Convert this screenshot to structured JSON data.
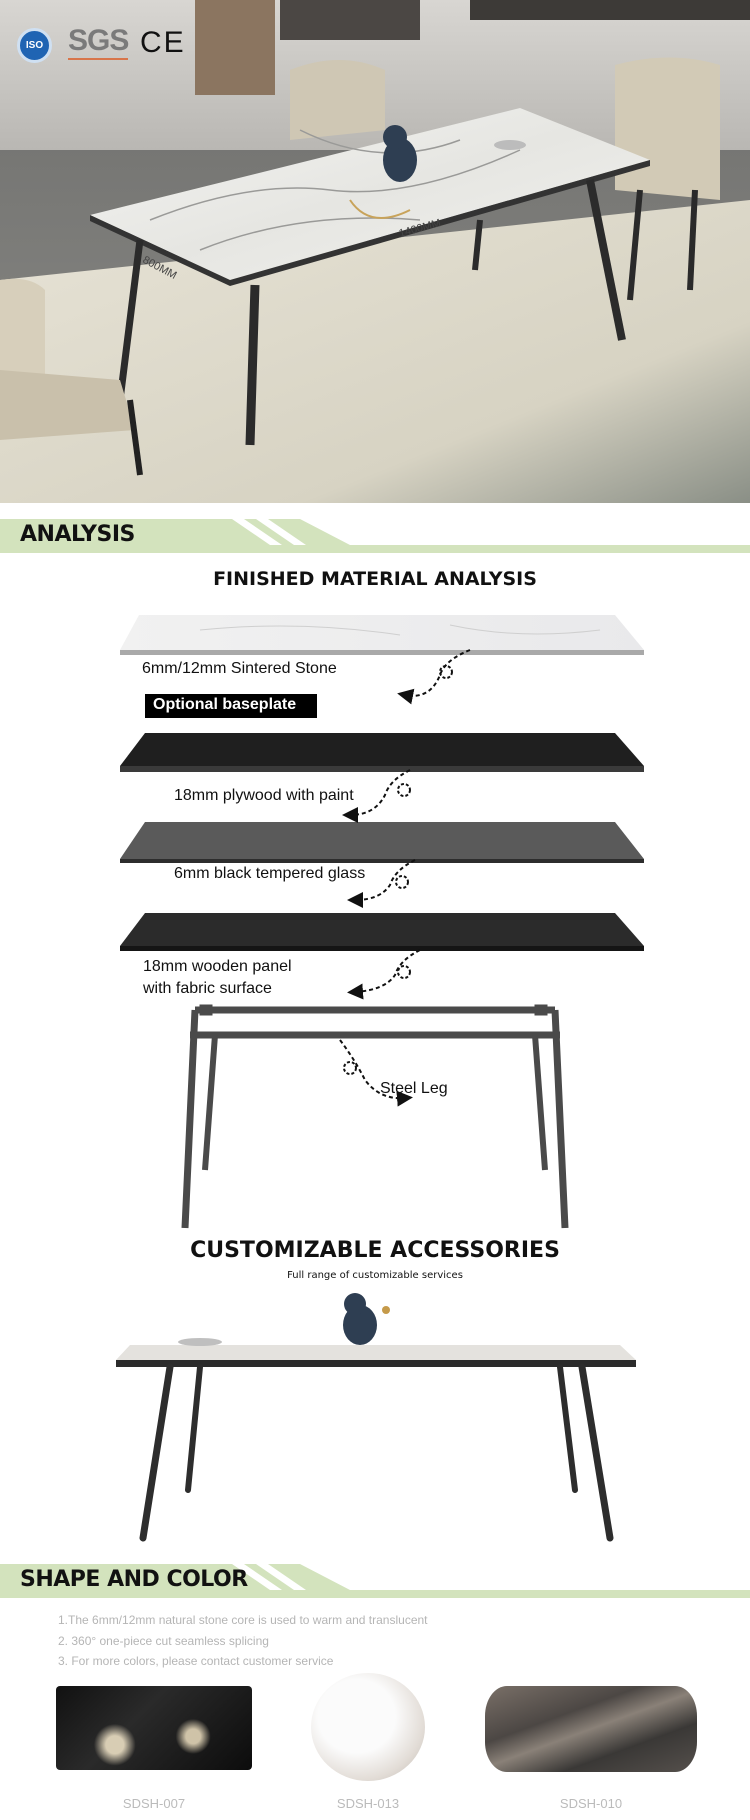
{
  "hero": {
    "certs": [
      "ISO",
      "SGS",
      "CE"
    ],
    "dim_width": "800MM",
    "dim_length": "1400MM"
  },
  "analysis": {
    "banner": "ANALYSIS",
    "title": "FINISHED MATERIAL  ANALYSIS",
    "layers": {
      "stone": "6mm/12mm Sintered Stone",
      "badge": "Optional baseplate",
      "plywood": "18mm plywood with paint",
      "glass": "6mm black tempered glass",
      "panel_line1": "18mm wooden panel",
      "panel_line2": "with fabric surface",
      "leg": "Steel Leg"
    }
  },
  "accessories": {
    "title": "CUSTOMIZABLE ACCESSORIES",
    "subtitle": "Full range of customizable services"
  },
  "shape": {
    "banner": "SHAPE AND COLOR",
    "notes": [
      "1.The 6mm/12mm natural stone core is used to warm and translucent",
      "2. 360° one-piece cut seamless splicing",
      "3. For more colors, please contact customer service"
    ],
    "swatches": [
      "SDSH-007",
      "SDSH-013",
      "SDSH-010"
    ]
  },
  "colors": {
    "banner": "#d3e3bd",
    "accent": "#c9dcb0"
  }
}
